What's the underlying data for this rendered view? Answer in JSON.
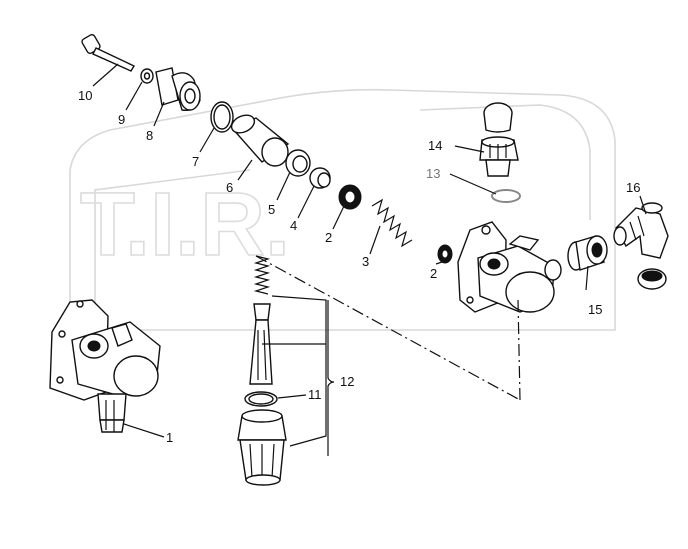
{
  "diagram": {
    "callouts": [
      {
        "id": "c1",
        "label": "1"
      },
      {
        "id": "c2a",
        "label": "2"
      },
      {
        "id": "c2b",
        "label": "2"
      },
      {
        "id": "c3",
        "label": "3"
      },
      {
        "id": "c4",
        "label": "4"
      },
      {
        "id": "c5",
        "label": "5"
      },
      {
        "id": "c6",
        "label": "6"
      },
      {
        "id": "c7",
        "label": "7"
      },
      {
        "id": "c8",
        "label": "8"
      },
      {
        "id": "c9",
        "label": "9"
      },
      {
        "id": "c10",
        "label": "10"
      },
      {
        "id": "c11",
        "label": "11"
      },
      {
        "id": "c12",
        "label": "12"
      },
      {
        "id": "c13",
        "label": "13"
      },
      {
        "id": "c14",
        "label": "14"
      },
      {
        "id": "c15",
        "label": "15"
      },
      {
        "id": "c16",
        "label": "16"
      }
    ],
    "watermark": {
      "text": "T.I.R."
    }
  }
}
